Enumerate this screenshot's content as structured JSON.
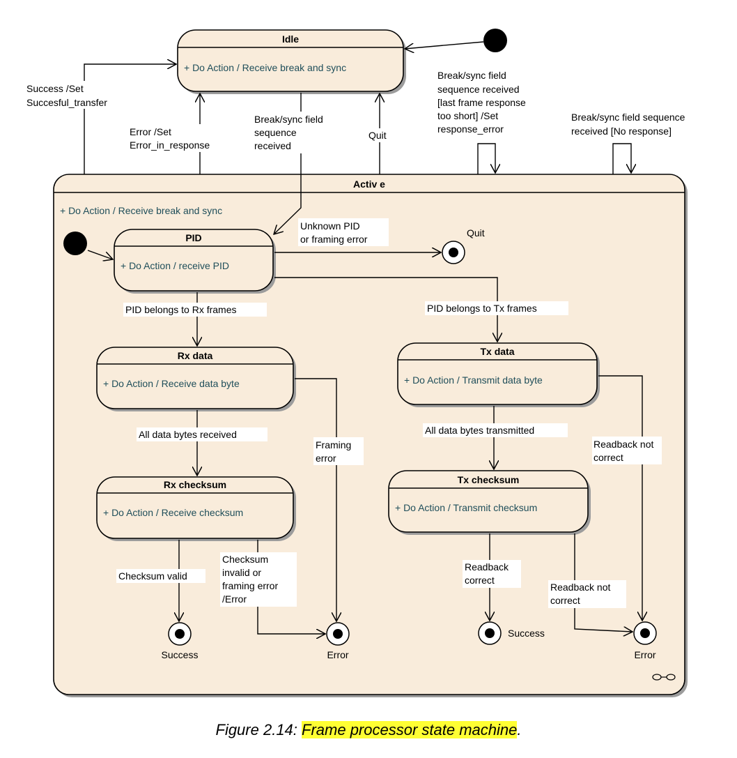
{
  "states": {
    "idle": {
      "title": "Idle",
      "action": "+   Do Action / Receive break and sync"
    },
    "active": {
      "title": "Activ e",
      "action": "+   Do Action / Receive break and sync"
    },
    "pid": {
      "title": "PID",
      "action": "+   Do Action / receive PID"
    },
    "rx_data": {
      "title": "Rx data",
      "action": "+   Do Action / Receive data byte"
    },
    "rx_checksum": {
      "title": "Rx checksum",
      "action": "+   Do Action / Receive checksum"
    },
    "tx_data": {
      "title": "Tx data",
      "action": "+   Do Action / Transmit data byte"
    },
    "tx_checksum": {
      "title": "Tx checksum",
      "action": "+   Do Action / Transmit checksum"
    }
  },
  "final_states": {
    "quit": "Quit",
    "rx_success": "Success",
    "rx_error": "Error",
    "tx_success": "Success",
    "tx_error": "Error"
  },
  "transitions": {
    "success_set": [
      "Success /Set",
      "Succesful_transfer"
    ],
    "error_set": [
      "Error /Set",
      "Error_in_response"
    ],
    "break_sync_enter": [
      "Break/sync field",
      "sequence",
      "received"
    ],
    "quit": "Quit",
    "last_frame_short": [
      "Break/sync field",
      "sequence received",
      "[last frame response",
      "too short] /Set",
      "response_error"
    ],
    "no_response": [
      "Break/sync field sequence",
      "received [No response]"
    ],
    "unknown_pid": [
      "Unknown PID",
      "or framing error"
    ],
    "pid_rx": "PID belongs to Rx frames",
    "pid_tx": "PID belongs to Tx frames",
    "all_rx": "All data bytes received",
    "all_tx": "All data bytes transmitted",
    "framing_error": [
      "Framing",
      "error"
    ],
    "readback_not_correct_1": [
      "Readback not",
      "correct"
    ],
    "checksum_valid": "Checksum valid",
    "checksum_invalid": [
      "Checksum",
      "invalid or",
      "framing error",
      "/Error"
    ],
    "readback_correct": [
      "Readback",
      "correct"
    ],
    "readback_not_correct_2": [
      "Readback not",
      "correct"
    ]
  },
  "caption": {
    "prefix": "Figure 2.14: ",
    "highlighted": "Frame processor state machine",
    "suffix": "."
  }
}
